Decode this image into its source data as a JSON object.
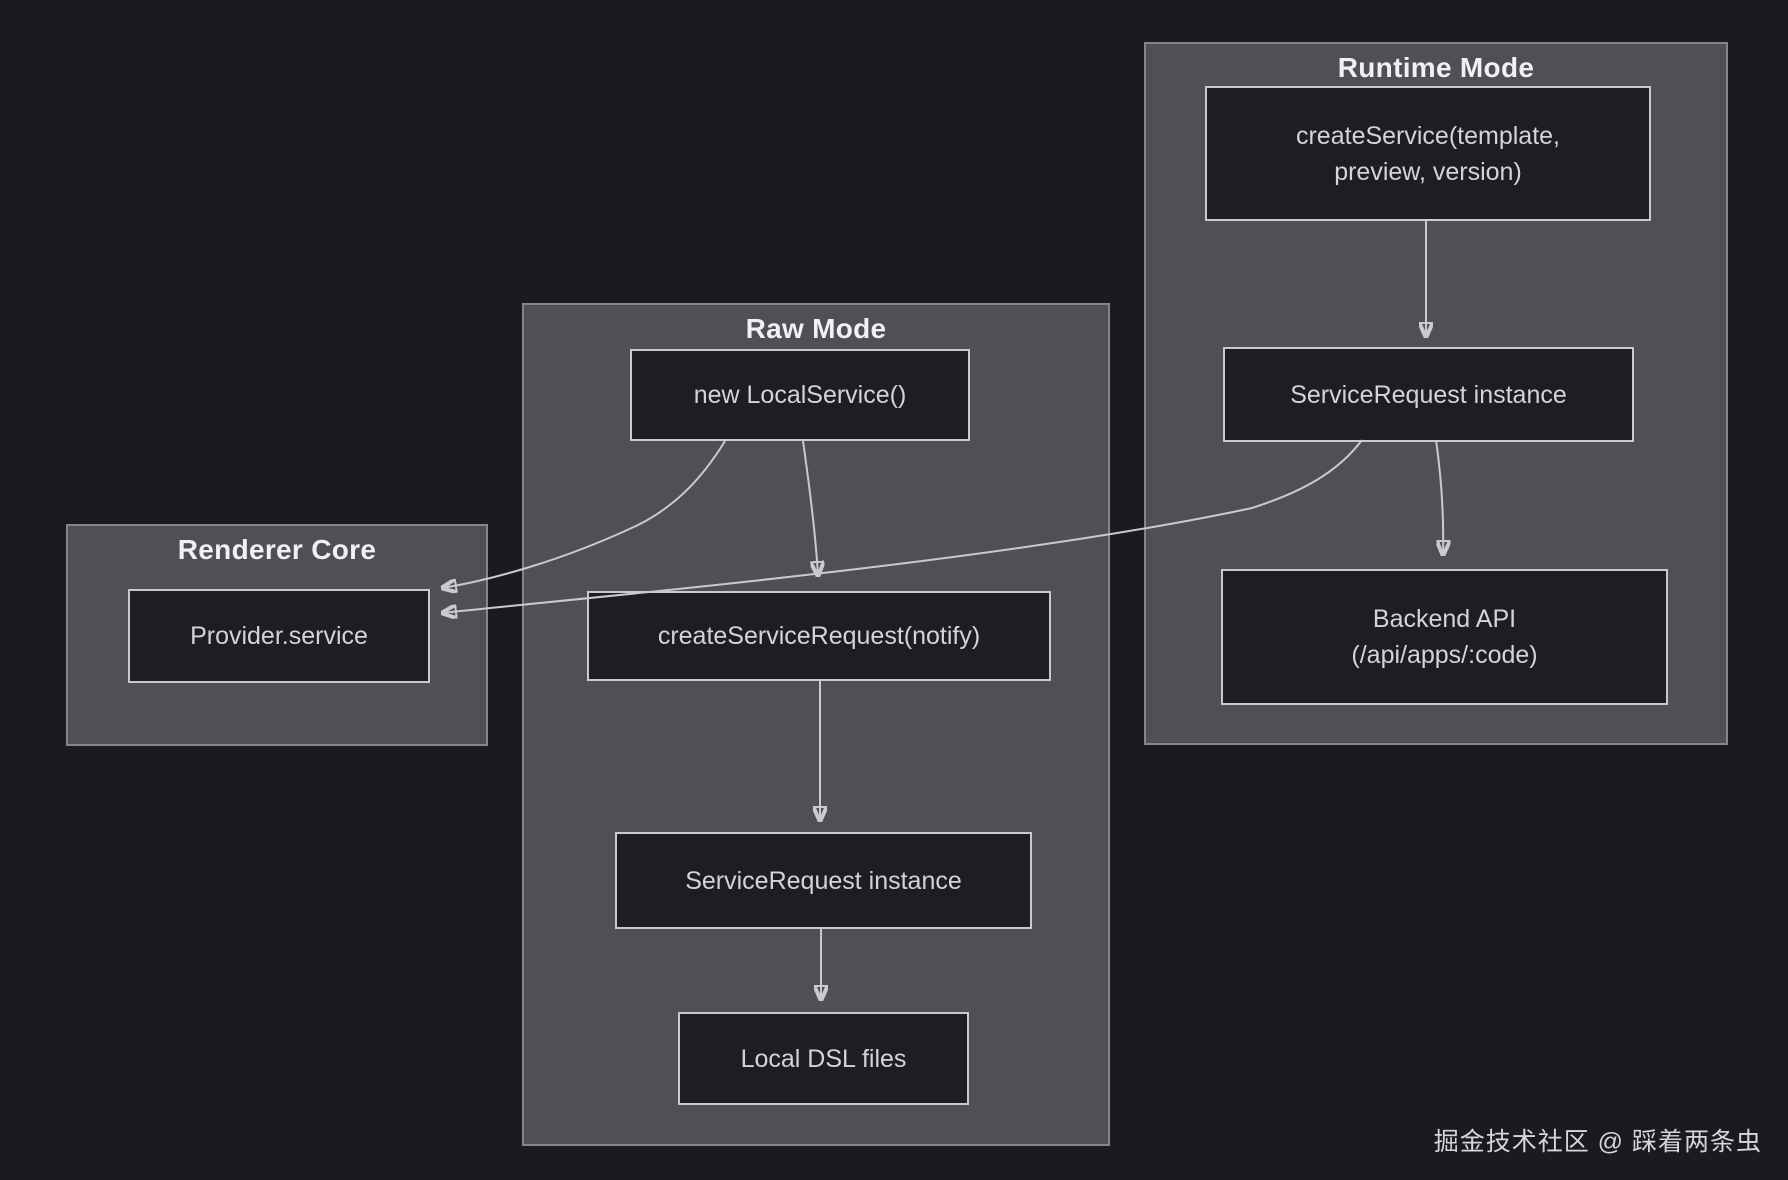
{
  "watermark": "掘金技术社区 @ 踩着两条虫",
  "colors": {
    "background": "#1b1b1f",
    "panel_fill": "#4f4f54",
    "panel_border": "#85858b",
    "node_fill": "#1e1e22",
    "node_border": "#c9c9ce",
    "node_text": "#d4d4d8",
    "title_text": "#f1f1f3",
    "arrow": "#c9c9ce"
  },
  "panels": {
    "renderer_core": {
      "title": "Renderer Core",
      "nodes": {
        "provider_service": {
          "label": "Provider.service"
        }
      }
    },
    "raw_mode": {
      "title": "Raw Mode",
      "nodes": {
        "new_local_service": {
          "label": "new LocalService()"
        },
        "create_service_request": {
          "label": "createServiceRequest(notify)"
        },
        "service_request_instance": {
          "label": "ServiceRequest instance"
        },
        "local_dsl_files": {
          "label": "Local DSL files"
        }
      }
    },
    "runtime_mode": {
      "title": "Runtime Mode",
      "nodes": {
        "create_service": {
          "label": "createService(template, preview, version)",
          "line1": "createService(template,",
          "line2": "preview, version)"
        },
        "service_request_instance": {
          "label": "ServiceRequest instance"
        },
        "backend_api": {
          "label": "Backend API (/api/apps/:code)",
          "line1": "Backend API",
          "line2": "(/api/apps/:code)"
        }
      }
    }
  },
  "edges": [
    {
      "from": "runtime_mode.create_service",
      "to": "runtime_mode.service_request_instance"
    },
    {
      "from": "runtime_mode.service_request_instance",
      "to": "runtime_mode.backend_api"
    },
    {
      "from": "runtime_mode.service_request_instance",
      "to": "renderer_core.provider_service"
    },
    {
      "from": "raw_mode.new_local_service",
      "to": "renderer_core.provider_service"
    },
    {
      "from": "raw_mode.new_local_service",
      "to": "raw_mode.create_service_request"
    },
    {
      "from": "raw_mode.create_service_request",
      "to": "raw_mode.service_request_instance"
    },
    {
      "from": "raw_mode.service_request_instance",
      "to": "raw_mode.local_dsl_files"
    }
  ]
}
